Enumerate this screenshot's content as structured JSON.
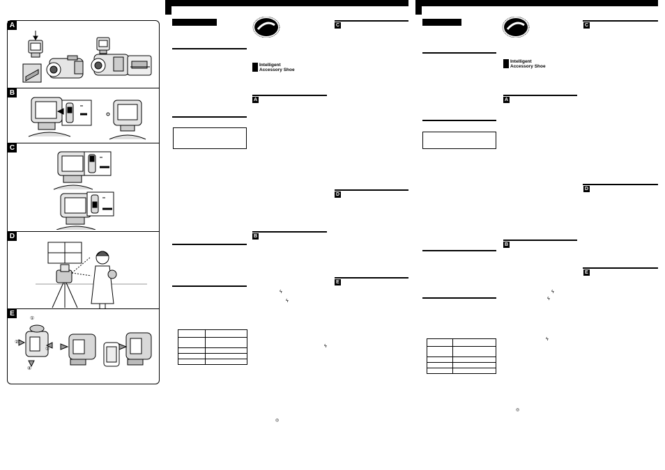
{
  "figures": [
    {
      "letter": "A"
    },
    {
      "letter": "B"
    },
    {
      "letter": "C"
    },
    {
      "letter": "D"
    },
    {
      "letter": "E"
    }
  ],
  "figure_e_callouts": [
    "①",
    "②",
    "③",
    "④"
  ],
  "logo": {
    "line1": "Intelligent",
    "line2": "Accessory Shoe",
    "icon_name": "i-shoe-logo-icon"
  },
  "page1": {
    "sections": [
      {
        "letter": "A"
      },
      {
        "letter": "B"
      },
      {
        "letter": "C"
      },
      {
        "letter": "D"
      },
      {
        "letter": "E"
      }
    ]
  },
  "page2": {
    "sections": [
      {
        "letter": "A"
      },
      {
        "letter": "B"
      },
      {
        "letter": "C"
      },
      {
        "letter": "D"
      },
      {
        "letter": "E"
      }
    ]
  },
  "symbols": {
    "flash": "ϟ"
  },
  "colors": {
    "ink": "#000000",
    "paper": "#ffffff"
  }
}
